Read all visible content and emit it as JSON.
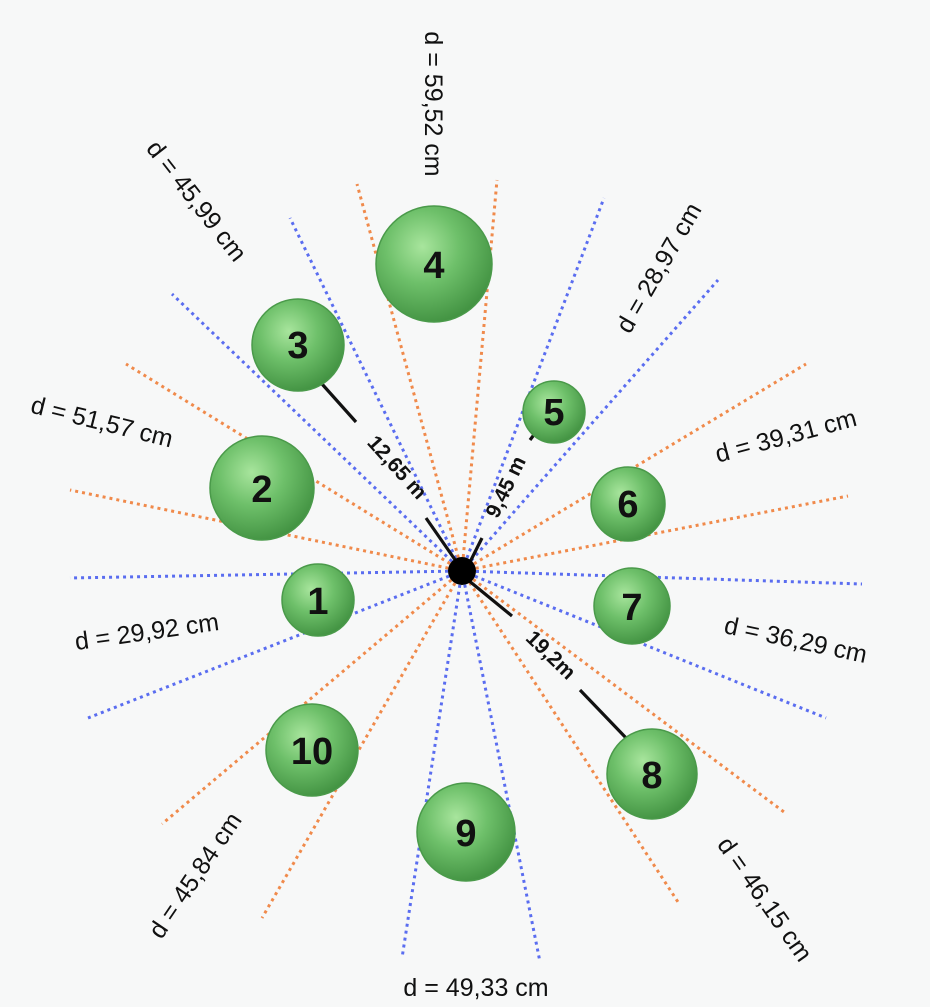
{
  "colors": {
    "background": "#f7f8f8",
    "line_blue": "#5a6df0",
    "line_orange": "#f08a4b",
    "tree_green": "#6ec06a",
    "tree_dark": "#3f8f3f",
    "center": "#000000"
  },
  "trees": [
    {
      "number": "1",
      "diameter_label": "d = 29,92 cm"
    },
    {
      "number": "2",
      "diameter_label": "d = 51,57 cm"
    },
    {
      "number": "3",
      "diameter_label": "d = 45,99 cm"
    },
    {
      "number": "4",
      "diameter_label": "d = 59,52 cm"
    },
    {
      "number": "5",
      "diameter_label": "d = 28,97 cm"
    },
    {
      "number": "6",
      "diameter_label": "d = 39,31 cm"
    },
    {
      "number": "7",
      "diameter_label": "d = 36,29 cm"
    },
    {
      "number": "8",
      "diameter_label": "d = 46,15 cm"
    },
    {
      "number": "9",
      "diameter_label": "d = 49,33 cm"
    },
    {
      "number": "10",
      "diameter_label": "d = 45,84 cm"
    }
  ],
  "distances": [
    {
      "tree": "3",
      "label": "12,65 m"
    },
    {
      "tree": "5",
      "label": "9,45 m"
    },
    {
      "tree": "8",
      "label": "19,2m"
    }
  ]
}
